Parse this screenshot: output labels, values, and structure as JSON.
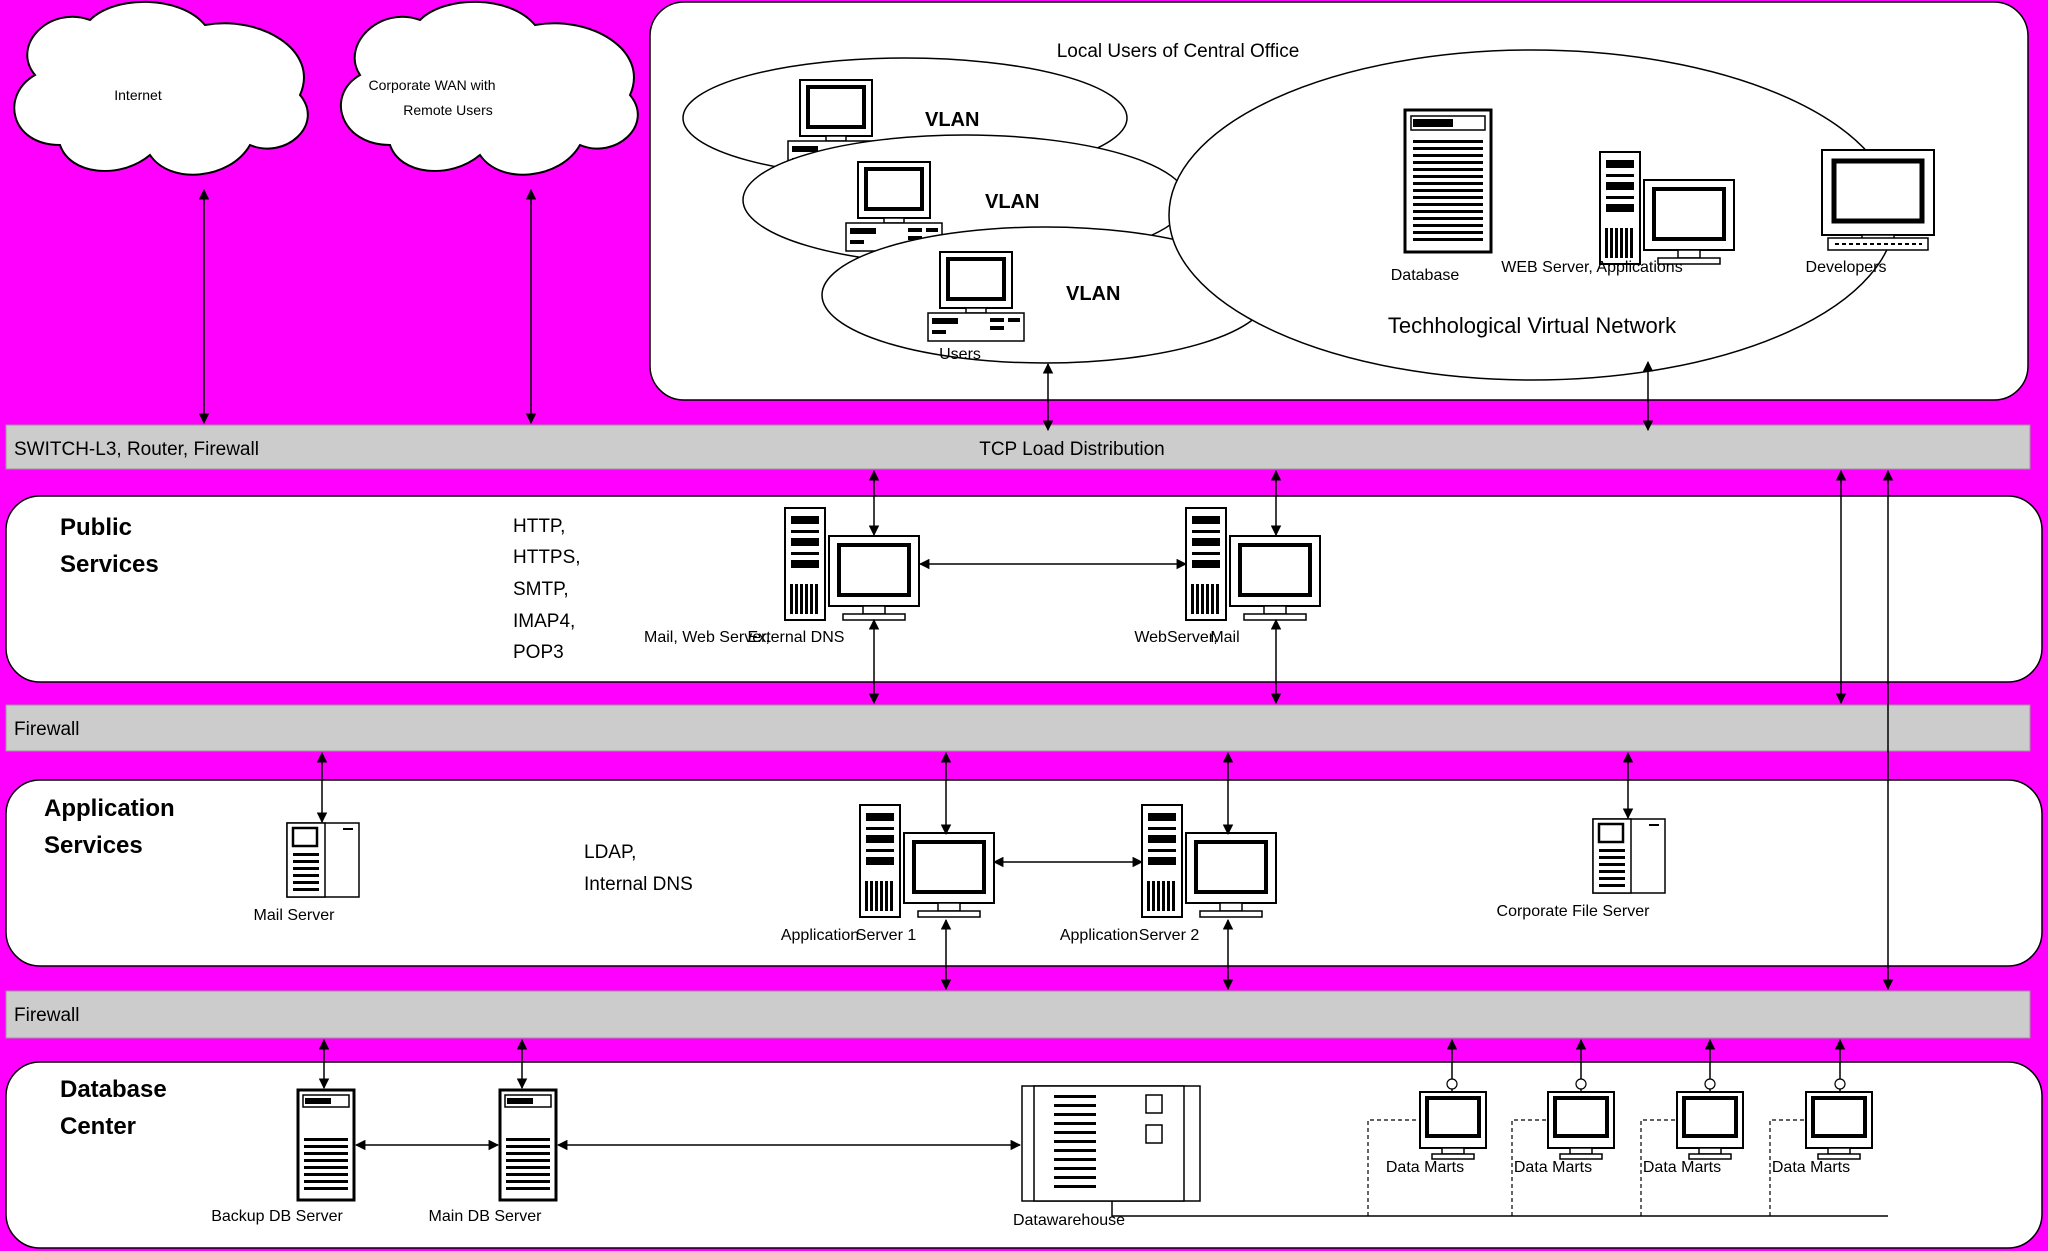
{
  "clouds": {
    "internet": [
      "Internet"
    ],
    "wan": [
      "Corporate WAN with",
      "Remote Users"
    ]
  },
  "central_office": {
    "title": "Local Users of Central Office",
    "vlans": [
      "VLAN",
      "VLAN",
      "VLAN"
    ],
    "users_label": "Users"
  },
  "tech_network": {
    "title": "Techhological Virtual Network",
    "database_label": "Database",
    "web_label": "WEB Server, Applications",
    "dev_label": "Developers"
  },
  "bars": {
    "switch_label": "SWITCH-L3, Router, Firewall",
    "load_label": "TCP Load Distribution",
    "firewall1_label": "Firewall",
    "firewall2_label": "Firewall"
  },
  "public_services": {
    "title": [
      "Public",
      "Services"
    ],
    "protocols": [
      "HTTP,",
      "HTTPS,",
      "SMTP,",
      "IMAP4,",
      "POP3"
    ],
    "server1_label_a": "Mail, Web Server,",
    "server1_label_b": "External DNS",
    "server2_label_a": "WebServer,",
    "server2_label_b": "Mail"
  },
  "application_services": {
    "title": [
      "Application",
      "Services"
    ],
    "protocols": [
      "LDAP,",
      "Internal DNS"
    ],
    "mail_server_label": "Mail Server",
    "app1_label_a": "Application",
    "app1_label_b": "Server 1",
    "app2_label_a": "Application",
    "app2_label_b": "Server 2",
    "file_server_label": "Corporate File Server"
  },
  "database_center": {
    "title": [
      "Database",
      "Center"
    ],
    "backup_label": "Backup DB Server",
    "main_label": "Main DB Server",
    "warehouse_label": "Datawarehouse",
    "data_marts": [
      "Data Marts",
      "Data Marts",
      "Data Marts",
      "Data Marts"
    ]
  },
  "colors": {
    "background": "#FF00FF",
    "bar": "#CCCCCC",
    "panel": "#FFFFFF",
    "line": "#000000"
  }
}
